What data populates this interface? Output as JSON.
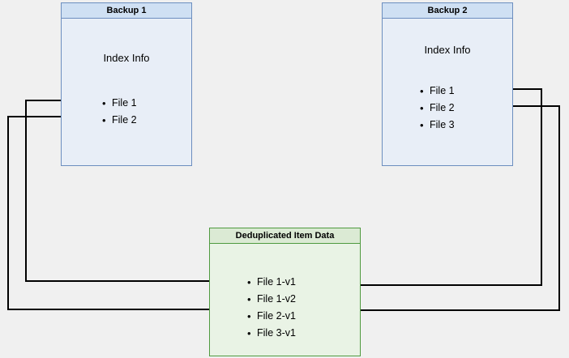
{
  "diagram": {
    "background_color": "#f0f0f0",
    "boxes": [
      {
        "id": "backup1",
        "title": "Backup 1",
        "subtitle": "Index Info",
        "items": [
          "File 1",
          "File 2"
        ],
        "border_color": "#6c8ebf",
        "fill_color": "#e8eef7"
      },
      {
        "id": "backup2",
        "title": "Backup 2",
        "subtitle": "Index Info",
        "items": [
          "File 1",
          "File 2",
          "File 3"
        ],
        "border_color": "#6c8ebf",
        "fill_color": "#e8eef7"
      },
      {
        "id": "dedup",
        "title": "Deduplicated Item Data",
        "subtitle": "",
        "items": [
          "File 1-v1",
          "File 1-v2",
          "File 2-v1",
          "File 3-v1"
        ],
        "border_color": "#4f9a3f",
        "fill_color": "#e9f3e5"
      }
    ],
    "connector_color": "#000000"
  }
}
